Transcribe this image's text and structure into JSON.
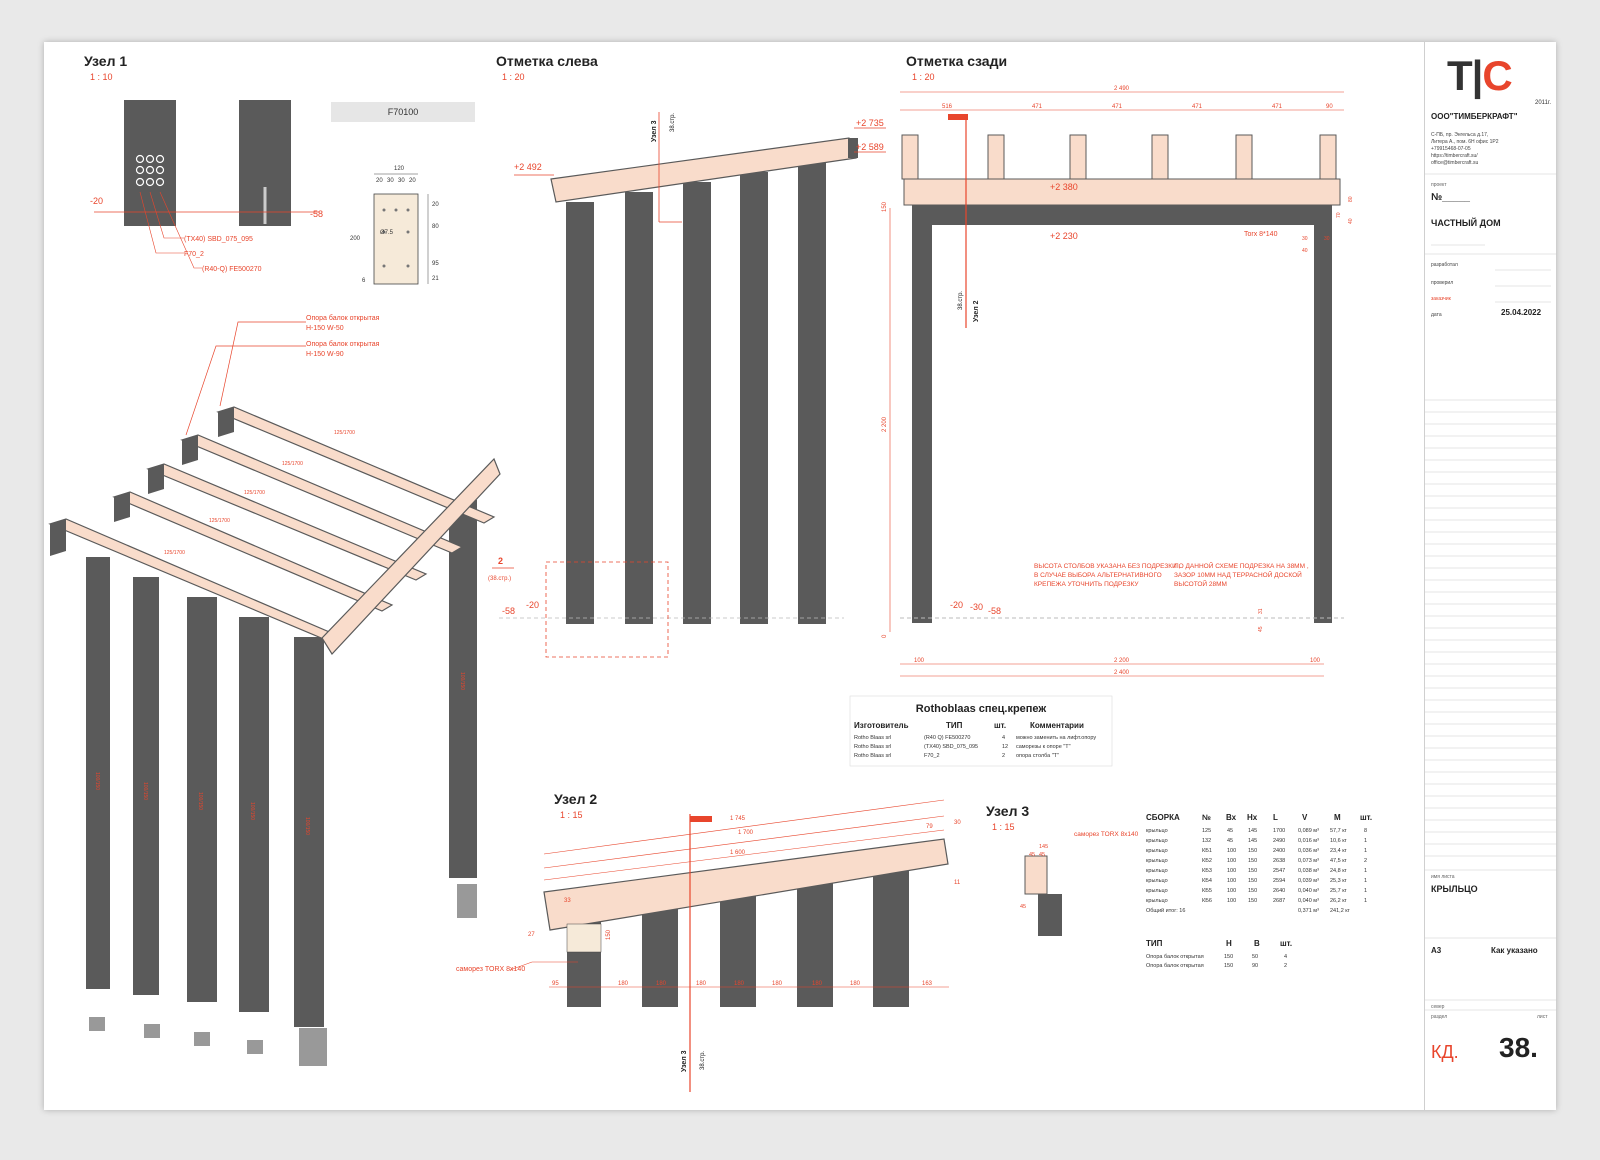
{
  "sheet": {
    "frame_color": "#e8452c",
    "beam_color": "#f9dccb",
    "post_color": "#5a5a5a"
  },
  "views": {
    "node1": {
      "title": "Узел 1",
      "scale": "1 : 10",
      "bracket_label": "F70100",
      "dims": [
        "120",
        "20",
        "30",
        "30",
        "20",
        "200",
        "20",
        "80",
        "95",
        "21",
        "6",
        "Ø7.5"
      ],
      "marks": [
        "-20",
        "-58"
      ],
      "callouts": [
        "(TX40) SBD_075_095",
        "F70_2",
        "(R40-Q) FE500270"
      ]
    },
    "left": {
      "title": "Отметка слева",
      "scale": "1 : 20",
      "marks": [
        "+2 735",
        "+2 589",
        "+2 492",
        "-58",
        "-20"
      ],
      "ref": {
        "node": "Узел 3",
        "page": "38.стр."
      },
      "ref2": {
        "num": "2",
        "page": "(38.стр.)"
      }
    },
    "rear": {
      "title": "Отметка сзади",
      "scale": "1 : 20",
      "dims_top": [
        "2 490",
        "516",
        "471",
        "471",
        "471",
        "471",
        "90"
      ],
      "marks": [
        "+2 380",
        "+2 230",
        "-20",
        "-30",
        "-58"
      ],
      "dims_side": [
        "150",
        "2 200",
        "0"
      ],
      "dims_bottom": [
        "100",
        "2 200",
        "100",
        "2 400"
      ],
      "small": [
        "80",
        "70",
        "40",
        "30",
        "30",
        "40",
        "31",
        "45"
      ],
      "torx": "Torx 8*140",
      "ref": {
        "node": "Узел 2",
        "page": "38.стр."
      },
      "note1": [
        "ВЫСОТА СТОЛБОВ УКАЗАНА БЕЗ ПОДРЕЗКИ ,",
        "В СЛУЧАЕ ВЫБОРА АЛЬТЕРНАТИВНОГО",
        "КРЕПЕЖА УТОЧНИТЬ ПОДРЕЗКУ"
      ],
      "note2": [
        "ПО ДАННОЙ СХЕМЕ ПОДРЕЗКА НА 38ММ ,",
        "ЗАЗОР 10ММ НАД ТЕРРАСНОЙ ДОСКОЙ",
        "ВЫСОТОЙ 28ММ"
      ]
    },
    "iso": {
      "callout1": [
        "Опора балок открытая",
        "H-150 W-50"
      ],
      "callout2": [
        "Опора балок открытая",
        "H-150 W-90"
      ],
      "beam_tag": "125/1700",
      "post_tag": "100/150"
    },
    "node2": {
      "title": "Узел 2",
      "scale": "1 : 15",
      "dims": [
        "1 745",
        "1 700",
        "1 600",
        "79",
        "30",
        "33",
        "27",
        "150",
        "11"
      ],
      "bottom": [
        "95",
        "180",
        "180",
        "180",
        "180",
        "180",
        "180",
        "180",
        "163"
      ],
      "torx": "саморез TORX 8x140",
      "ref": {
        "node": "Узел 3",
        "page": "38.стр."
      }
    },
    "node3": {
      "title": "Узел 3",
      "scale": "1 : 15",
      "dims": [
        "145",
        "45",
        "45",
        "45"
      ],
      "torx": "саморез TORX 8x140"
    }
  },
  "rotho": {
    "title": "Rothoblaas спец.крепеж",
    "headers": [
      "Изготовитель",
      "ТИП",
      "шт.",
      "Комментарии"
    ],
    "rows": [
      [
        "Rotho Blaas srl",
        "(R40 Q) FE500270",
        "4",
        "можно заменить на лифт.опору"
      ],
      [
        "Rotho Blaas srl",
        "(TX40) SBD_075_095",
        "12",
        "саморезы к опоре \"Т\""
      ],
      [
        "Rotho Blaas srl",
        "F70_2",
        "2",
        "опора столба \"Т\""
      ]
    ]
  },
  "assembly": {
    "headers": [
      "СБОРКА",
      "№",
      "Вх",
      "Нх",
      "L",
      "V",
      "M",
      "шт."
    ],
    "rows": [
      [
        "крыльцо",
        "125",
        "45",
        "145",
        "1700",
        "0,089 м³",
        "57,7 кг",
        "8"
      ],
      [
        "крыльцо",
        "132",
        "45",
        "145",
        "2490",
        "0,016 м³",
        "10,6 кг",
        "1"
      ],
      [
        "крыльцо",
        "КБ1",
        "100",
        "150",
        "2400",
        "0,036 м³",
        "23,4 кг",
        "1"
      ],
      [
        "крыльцо",
        "КБ2",
        "100",
        "150",
        "2638",
        "0,073 м³",
        "47,5 кг",
        "2"
      ],
      [
        "крыльцо",
        "КБ3",
        "100",
        "150",
        "2547",
        "0,038 м³",
        "24,8 кг",
        "1"
      ],
      [
        "крыльцо",
        "КБ4",
        "100",
        "150",
        "2594",
        "0,039 м³",
        "25,3 кг",
        "1"
      ],
      [
        "крыльцо",
        "КБ5",
        "100",
        "150",
        "2640",
        "0,040 м³",
        "25,7 кг",
        "1"
      ],
      [
        "крыльцо",
        "КБ6",
        "100",
        "150",
        "2687",
        "0,040 м³",
        "26,2 кг",
        "1"
      ]
    ],
    "total_label": "Общий итог: 16",
    "total_v": "0,371 м³",
    "total_m": "241,2 кг"
  },
  "supports": {
    "headers": [
      "ТИП",
      "H",
      "B",
      "шт."
    ],
    "rows": [
      [
        "Опора балок открытая",
        "150",
        "50",
        "4"
      ],
      [
        "Опора балок открытая",
        "150",
        "90",
        "2"
      ]
    ]
  },
  "titleblock": {
    "logo_left": "T",
    "logo_right": "C",
    "company": "ООО\"ТИМБЕРКРАФТ\"",
    "year": "2011г.",
    "address": [
      "С-ПБ, пр. Энгельса д.17,",
      "Литера А., пом. 6Н офис 1Р2",
      "+79915468-07-05",
      "https://timbercraft.su/",
      "office@timbercraft.su"
    ],
    "project_label": "проект",
    "project_no": "№_____",
    "project_name": "ЧАСТНЫЙ ДОМ",
    "rows": [
      "разработал",
      "проверил",
      "заказчик",
      "дата"
    ],
    "date": "25.04.2022",
    "sheet_name_label": "имя листа",
    "sheet_name": "КРЫЛЬЦО",
    "format": "А3",
    "scale": "Как указано",
    "stamp_labels": [
      "раздел",
      "лист"
    ],
    "stamp": "КД.",
    "sheet_no": "38.",
    "extra": "север"
  }
}
